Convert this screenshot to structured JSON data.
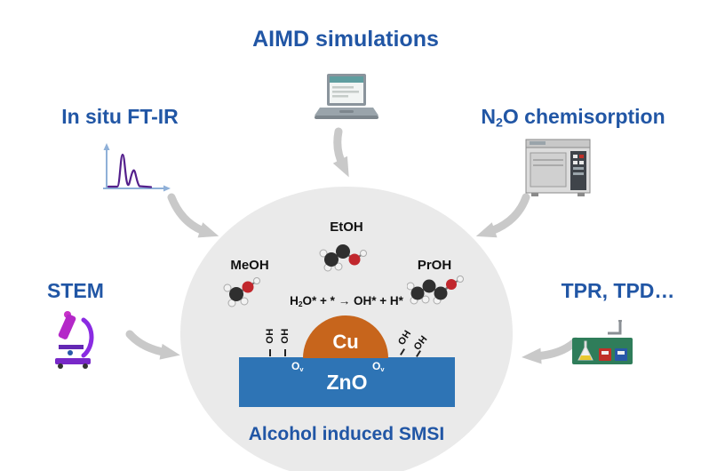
{
  "techniques": {
    "aimd": {
      "label": "AIMD simulations",
      "icon": "laptop-icon"
    },
    "ftir": {
      "label": "In situ FT-IR",
      "icon": "ir-spectrum-icon"
    },
    "n2o": {
      "label_part1": "N",
      "label_sub": "2",
      "label_part2": "O chemisorption",
      "icon": "gas-chromatograph-icon"
    },
    "stem": {
      "label": "STEM",
      "icon": "microscope-icon"
    },
    "tpr": {
      "label": "TPR, TPD…",
      "icon": "reactor-setup-icon"
    }
  },
  "scheme": {
    "alcohols": {
      "meoh": "MeOH",
      "etoh": "EtOH",
      "proh": "PrOH"
    },
    "reaction": {
      "part1": "H",
      "sub": "2",
      "part2": "O* + * → OH* + H*"
    },
    "metal": "Cu",
    "support": "ZnO",
    "vacancy": {
      "symbol": "O",
      "sub": "v"
    },
    "hydroxyl": "OH",
    "caption": "Alcohol induced SMSI"
  },
  "colors": {
    "label_blue": "#2156a5",
    "circle_gray": "#eaeaea",
    "cu_orange": "#c7651c",
    "zno_blue": "#2e74b5",
    "arrow_gray": "#c9c9c9"
  }
}
